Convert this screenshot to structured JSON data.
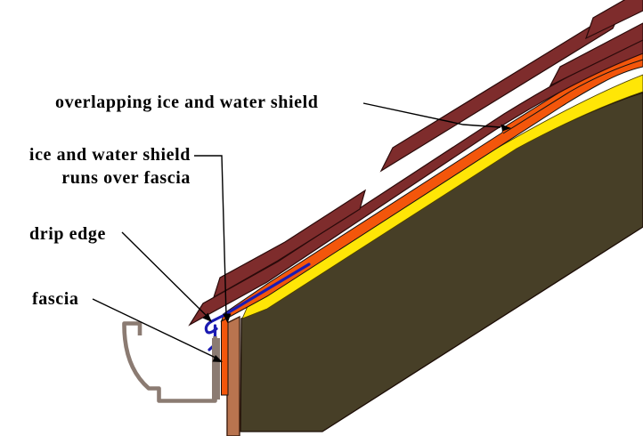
{
  "title": "Roof eave ice and water shield installation diagram",
  "background_color": "#ffffff",
  "labels": {
    "overlapping_shield": "overlapping ice and water shield",
    "shield_over_fascia_line1": "ice and water shield",
    "shield_over_fascia_line2": "runs over fascia",
    "drip_edge": "drip edge",
    "fascia": "fascia"
  },
  "colors": {
    "shingle": "#7e2c2c",
    "ice_and_water_shield": "#f3560b",
    "underlayment": "#ffe606",
    "roof_deck": "#473f27",
    "fascia_board": "#b9744f",
    "gutter": "#8b7b72",
    "drip_edge": "#1b1bb2",
    "annotation": "#000000"
  }
}
